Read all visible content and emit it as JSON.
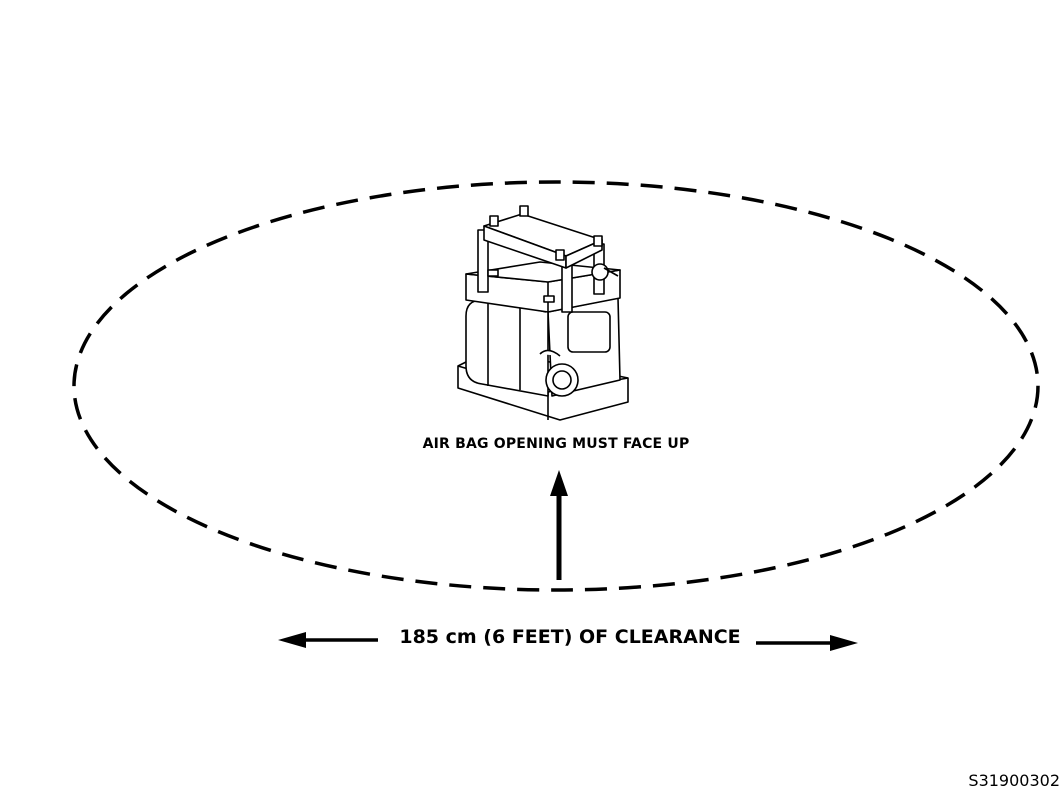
{
  "caption": "AIR BAG OPENING MUST FACE UP",
  "clearance_label": "185 cm (6 FEET) OF CLEARANCE",
  "figure_id": "S31900302",
  "icons": {
    "module": "air-bag-module-on-fixture",
    "boundary": "dashed-clearance-ellipse",
    "up_arrow": "arrow-up",
    "left_arrow": "arrow-left",
    "right_arrow": "arrow-right"
  },
  "colors": {
    "line": "#000000",
    "background": "#ffffff"
  }
}
